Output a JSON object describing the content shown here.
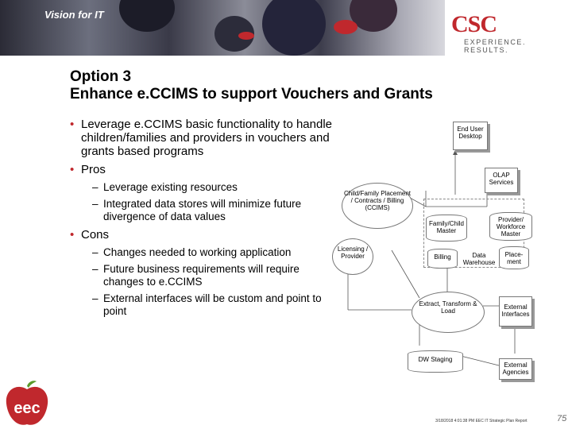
{
  "header": {
    "tagline": "Vision for IT",
    "logo_mark": "CSC",
    "logo_tag": "EXPERIENCE. RESULTS."
  },
  "slide": {
    "title_line1": "Option 3",
    "title_line2": "Enhance e.CCIMS to support Vouchers and Grants",
    "bullets": [
      {
        "text": "Leverage e.CCIMS basic functionality to handle children/families and providers in vouchers and grants based programs"
      },
      {
        "text": "Pros",
        "subs": [
          "Leverage existing resources",
          "Integrated data stores will minimize future divergence of data values"
        ]
      },
      {
        "text": "Cons",
        "subs": [
          "Changes needed to working application",
          "Future business requirements will require changes to e.CCIMS",
          "External interfaces will be custom and point to point"
        ]
      }
    ]
  },
  "diagram": {
    "end_user": "End User Desktop",
    "olap": "OLAP Services",
    "child_family": "Child/Family Placement / Contracts / Billing (CCIMS)",
    "family_child_master": "Family/Child Master",
    "provider_workforce": "Provider/ Workforce Master",
    "licensing": "Licensing / Provider",
    "billing": "Billing",
    "data_warehouse": "Data Warehouse",
    "placement": "Place- ment",
    "etl": "Extract, Transform & Load",
    "external_interfaces": "External Interfaces",
    "dw_staging": "DW Staging",
    "external_agencies": "External Agencies"
  },
  "footer": {
    "text": "3/18/2018 4:01:38 PM EEC IT Strategic Plan Report",
    "page": "75"
  },
  "colors": {
    "accent": "#c0282d",
    "logo_green": "#5a9a2a"
  }
}
